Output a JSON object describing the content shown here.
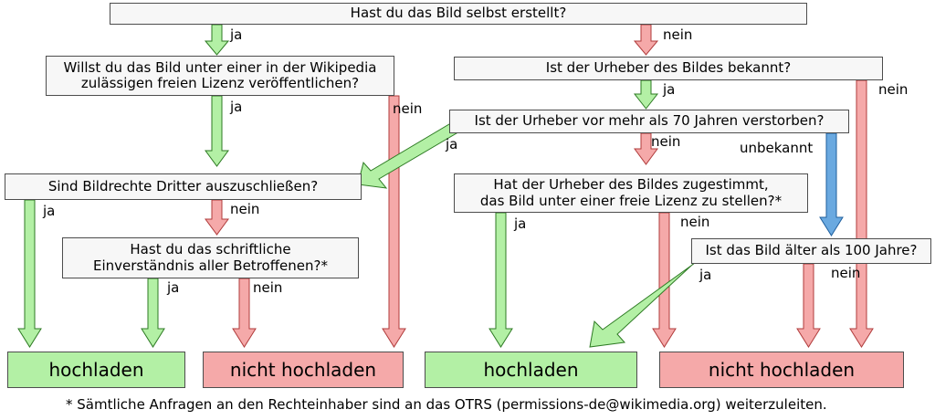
{
  "diagram": {
    "title": "Bild-Upload Entscheidungsdiagramm",
    "colors": {
      "green_fill": "#b3f0a5",
      "green_stroke": "#2d7a23",
      "red_fill": "#f5a9a9",
      "red_stroke": "#b03b3b",
      "blue_fill": "#6aa9e0",
      "blue_stroke": "#1f5f9e",
      "box_fill": "#f7f7f7",
      "box_stroke": "#4d4d4d",
      "text": "#000000"
    },
    "nodes": [
      {
        "id": "q1",
        "text": "Hast du das Bild selbst erstellt?"
      },
      {
        "id": "q2",
        "text": "Willst du das Bild unter einer in der Wikipedia\nzulässigen freien Lizenz veröffentlichen?"
      },
      {
        "id": "q3",
        "text": "Ist der Urheber des Bildes bekannt?"
      },
      {
        "id": "q4",
        "text": "Ist der Urheber vor mehr als 70 Jahren verstorben?"
      },
      {
        "id": "q5",
        "text": "Sind Bildrechte Dritter auszuschließen?"
      },
      {
        "id": "q6",
        "text": "Hat der Urheber des Bildes zugestimmt,\ndas Bild unter einer freie Lizenz zu stellen?*"
      },
      {
        "id": "q7",
        "text": "Hast du das schriftliche\nEinverständnis aller Betroffenen?*"
      },
      {
        "id": "q8",
        "text": "Ist das Bild älter als 100 Jahre?"
      }
    ],
    "terminals": [
      {
        "id": "t1",
        "text": "hochladen",
        "kind": "up"
      },
      {
        "id": "t2",
        "text": "nicht hochladen",
        "kind": "down"
      },
      {
        "id": "t3",
        "text": "hochladen",
        "kind": "up"
      },
      {
        "id": "t4",
        "text": "nicht hochladen",
        "kind": "down"
      }
    ],
    "edge_labels": [
      {
        "id": "e1",
        "text": "ja"
      },
      {
        "id": "e2",
        "text": "nein"
      },
      {
        "id": "e3",
        "text": "ja"
      },
      {
        "id": "e4",
        "text": "nein"
      },
      {
        "id": "e5",
        "text": "ja"
      },
      {
        "id": "e6",
        "text": "nein"
      },
      {
        "id": "e7",
        "text": "ja"
      },
      {
        "id": "e8",
        "text": "nein"
      },
      {
        "id": "e9",
        "text": "unbekannt"
      },
      {
        "id": "e10",
        "text": "ja"
      },
      {
        "id": "e11",
        "text": "nein"
      },
      {
        "id": "e12",
        "text": "ja"
      },
      {
        "id": "e13",
        "text": "nein"
      },
      {
        "id": "e14",
        "text": "ja"
      },
      {
        "id": "e15",
        "text": "nein"
      },
      {
        "id": "e16",
        "text": "ja"
      },
      {
        "id": "e17",
        "text": "nein"
      }
    ],
    "footnote": "* Sämtliche Anfragen an den Rechteinhaber sind an das OTRS (permissions-de@wikimedia.org) weiterzuleiten."
  }
}
